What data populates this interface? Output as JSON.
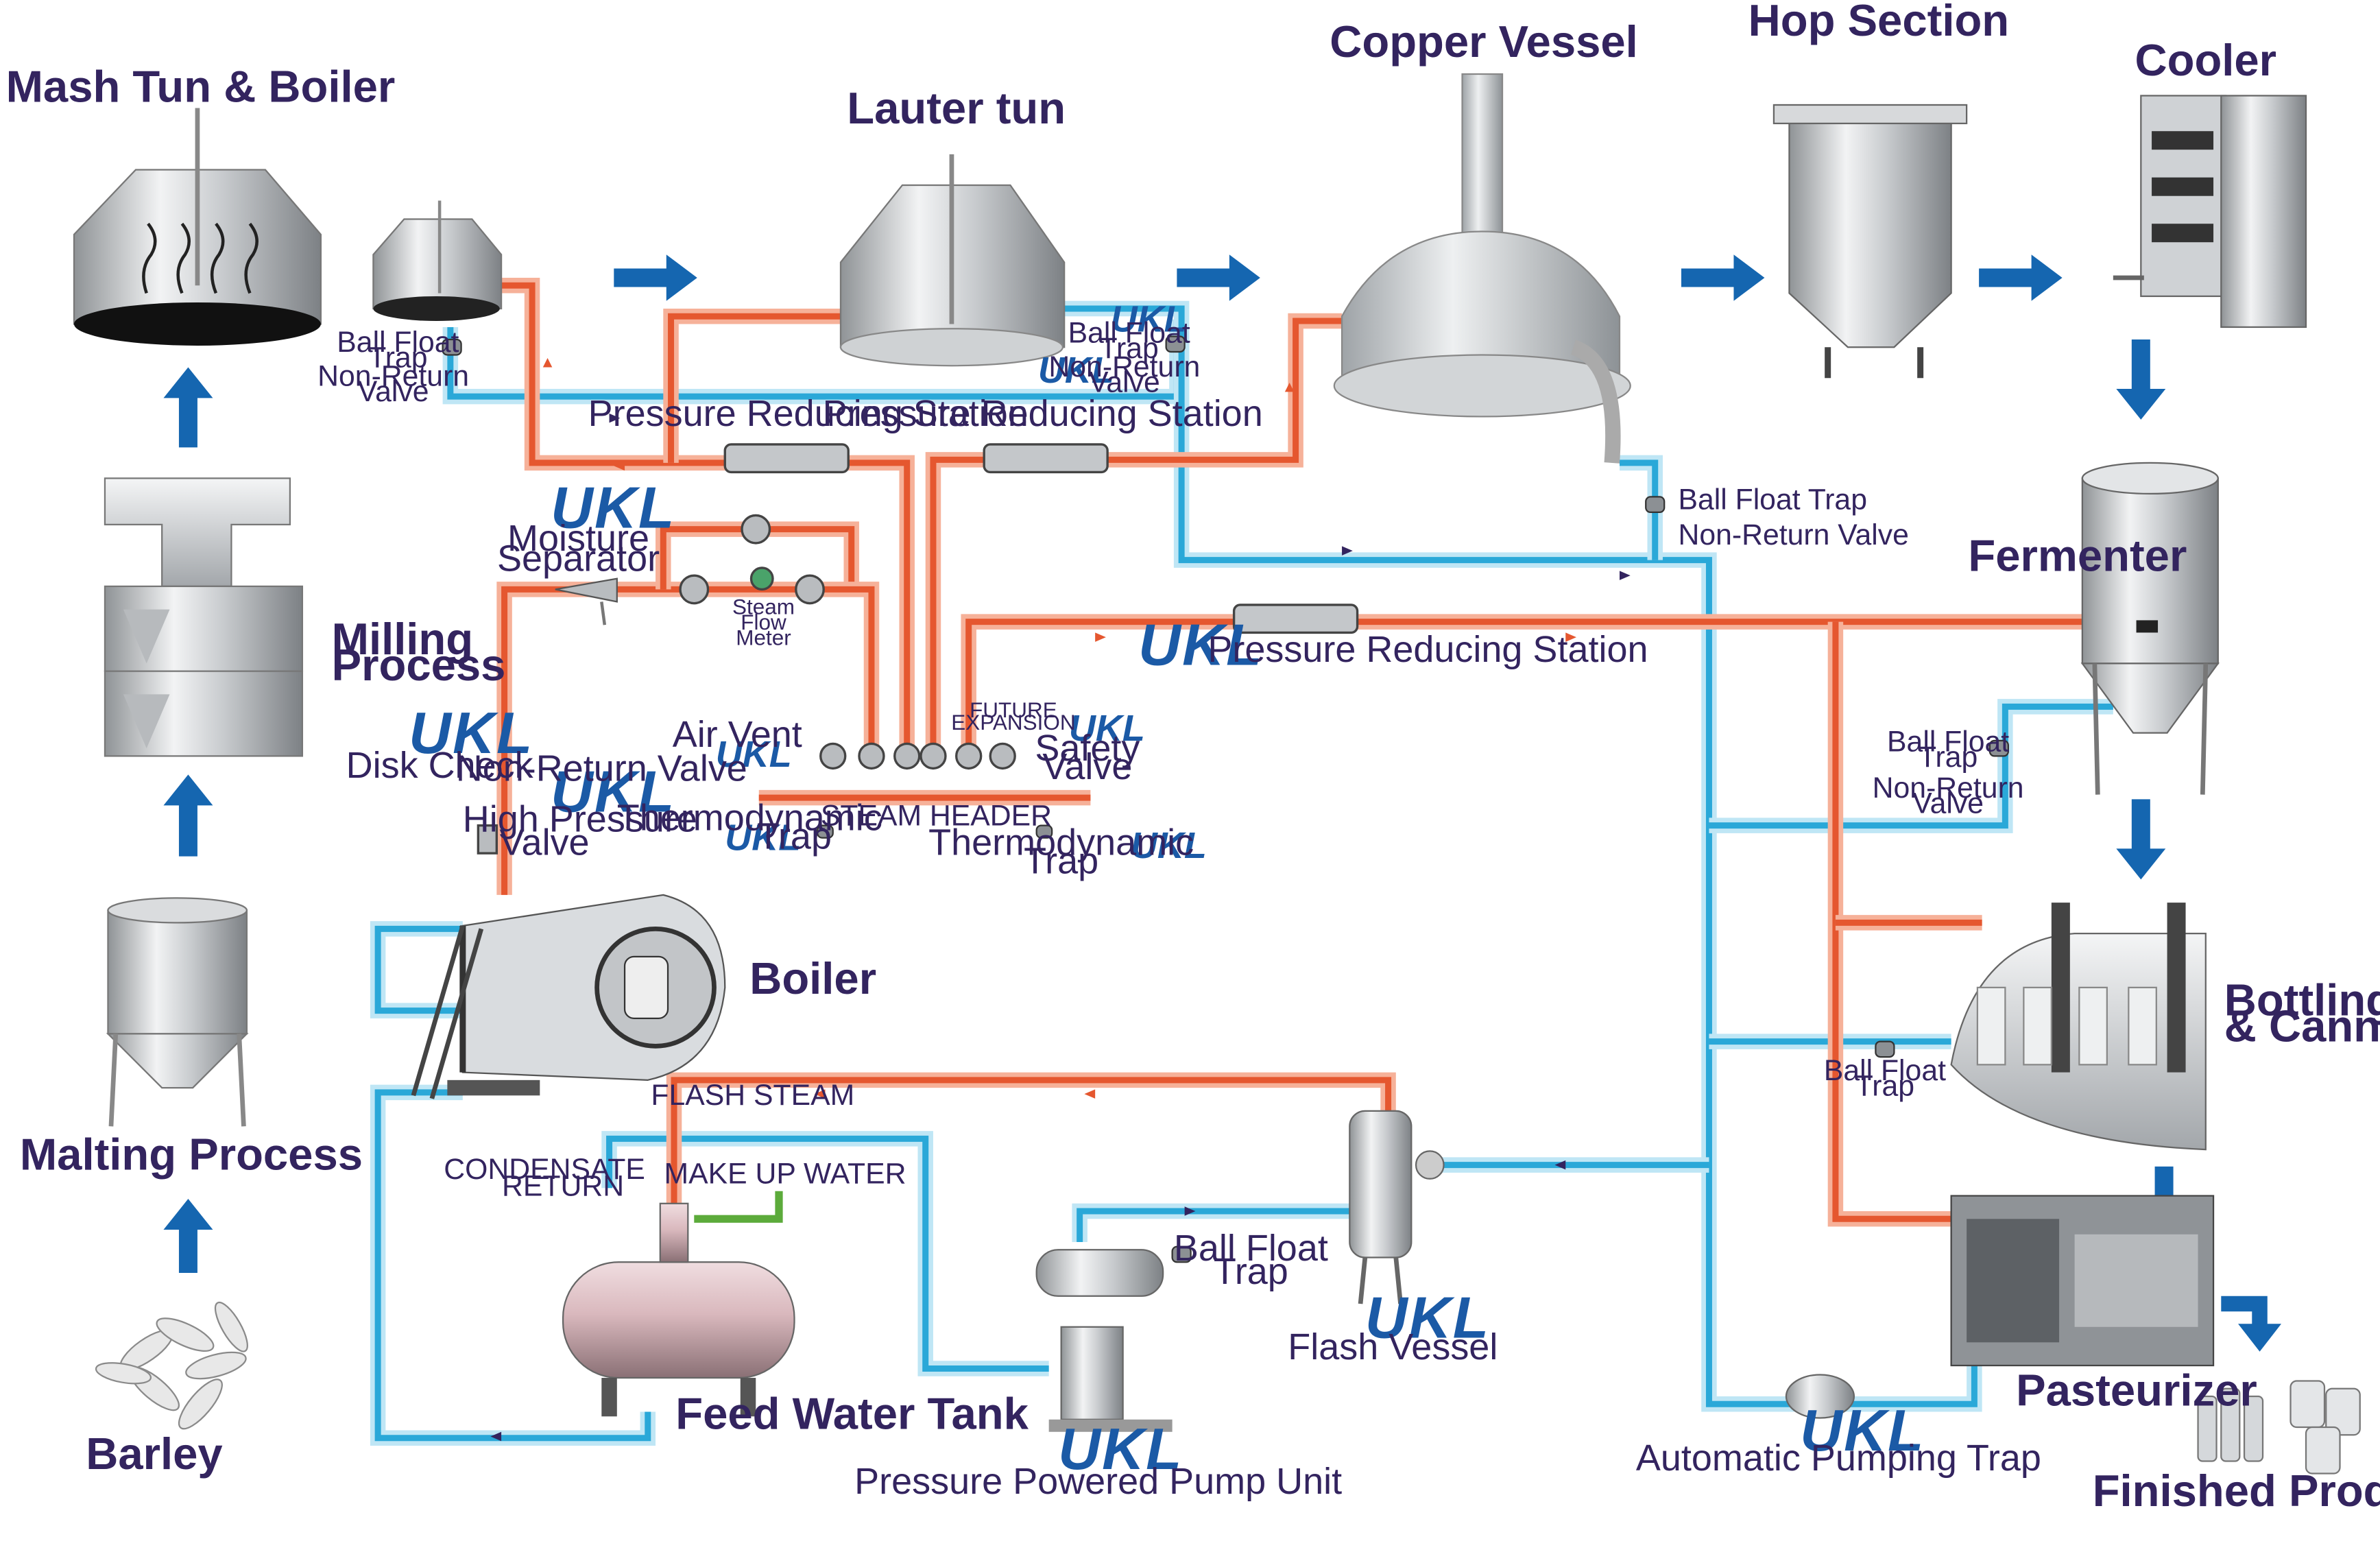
{
  "stages": {
    "mash_tun": "Mash Tun & Boiler",
    "lauter_tun": "Lauter tun",
    "copper_vessel": "Copper Vessel",
    "hop_section": "Hop Section",
    "cooler": "Cooler",
    "milling": [
      "Milling",
      "Process"
    ],
    "fermenter": "Fermenter",
    "malting": "Malting Process",
    "barley": "Barley",
    "boiler": "Boiler",
    "bottling": [
      "Bottling",
      "& Canning"
    ],
    "pasteurizer": "Pasteurizer",
    "finished": "Finished Product",
    "feed_water_tank": "Feed Water Tank"
  },
  "brand": "UKL",
  "components": {
    "ball_float_trap_mash": [
      "Ball Float",
      "Trap"
    ],
    "non_return_mash": [
      "Non-Return",
      "Valve"
    ],
    "ball_float_trap_lauter": [
      "Ball Float",
      "Trap"
    ],
    "non_return_lauter": [
      "Non-Return",
      "Valve"
    ],
    "prv1": "Pressure Reducing Station",
    "prv2": "Pressure Reducing Station",
    "moisture_separator": [
      "Moisture",
      "Separator"
    ],
    "steam_flow_meter": [
      "Steam",
      "Flow",
      "Meter"
    ],
    "prv3": "Pressure Reducing Station",
    "ball_float_trap_copper": "Ball Float Trap",
    "non_return_copper": "Non-Return Valve",
    "ball_float_trap_ferm": [
      "Ball Float",
      "Trap"
    ],
    "non_return_ferm": [
      "Non-Return",
      "Valve"
    ],
    "air_vent": "Air Vent",
    "safety_valve": [
      "Safety",
      "Valve"
    ],
    "future_expansion": [
      "FUTURE",
      "EXPANSION"
    ],
    "steam_header": "STEAM HEADER",
    "disk_check": "Disk Check",
    "non_return_boiler": "Non-Return Valve",
    "high_pressure_valve": [
      "High Pressure",
      "Valve"
    ],
    "thermodynamic_trap_1": [
      "Thermodynamic",
      "Trap"
    ],
    "thermodynamic_trap_2": [
      "Thermodynamic",
      "Trap"
    ],
    "flash_steam": "FLASH STEAM",
    "condensate_return": [
      "CONDENSATE",
      "RETURN"
    ],
    "make_up_water": "MAKE UP WATER",
    "ball_float_trap_pump": [
      "Ball Float",
      "Trap"
    ],
    "flash_vessel": "Flash Vessel",
    "pressure_powered_pump": "Pressure Powered Pump Unit",
    "ball_float_trap_bottling": [
      "Ball Float",
      "Trap"
    ],
    "automatic_pumping_trap": "Automatic Pumping Trap"
  },
  "colors": {
    "title_text": "#33245f",
    "brand_blue": "#1b5aa6",
    "flow_arrow": "#1566b0",
    "steam_line": "#e5572f",
    "condensate_line": "#2aa8d8",
    "make_up_water_line": "#5cab3b"
  }
}
